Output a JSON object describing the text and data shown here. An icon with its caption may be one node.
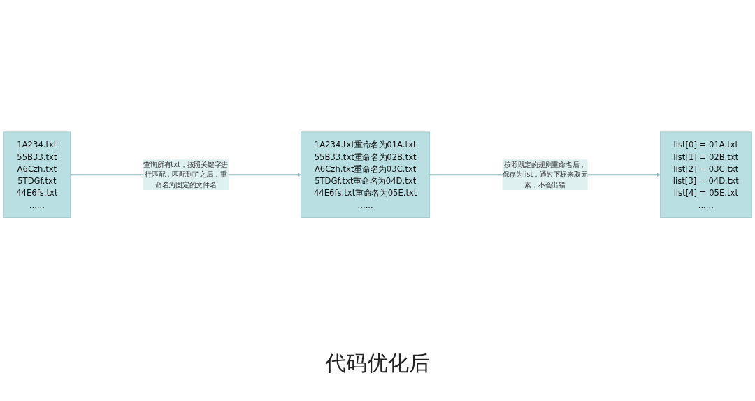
{
  "diagram": {
    "caption": "代码优化后",
    "nodes": [
      {
        "text": [
          "1A234.txt",
          "55B33.txt",
          "A6Czh.txt",
          "5TDGf.txt",
          "44E6fs.txt",
          "......"
        ]
      },
      {
        "text": [
          "1A234.txt重命名为01A.txt",
          "55B33.txt重命名为02B.txt",
          "A6Czh.txt重命名为03C.txt",
          "5TDGf.txt重命名为04D.txt",
          "44E6fs.txt重命名为05E.txt",
          "......"
        ]
      },
      {
        "text": [
          "list[0] = 01A.txt",
          "list[1] = 02B.txt",
          "list[2] = 03C.txt",
          "list[3] = 04D.txt",
          "list[4] = 05E.txt",
          "......"
        ]
      }
    ],
    "edges": [
      {
        "from": 0,
        "to": 1,
        "arrow": "to",
        "label": "查询所有txt，按照关键字进行匹配，匹配到了之后，重命名为固定的文件名"
      },
      {
        "from": 1,
        "to": 2,
        "arrow": "to",
        "label": "按照既定的规则重命名后，保存为list，通过下标来取元素，不会出错"
      }
    ]
  }
}
